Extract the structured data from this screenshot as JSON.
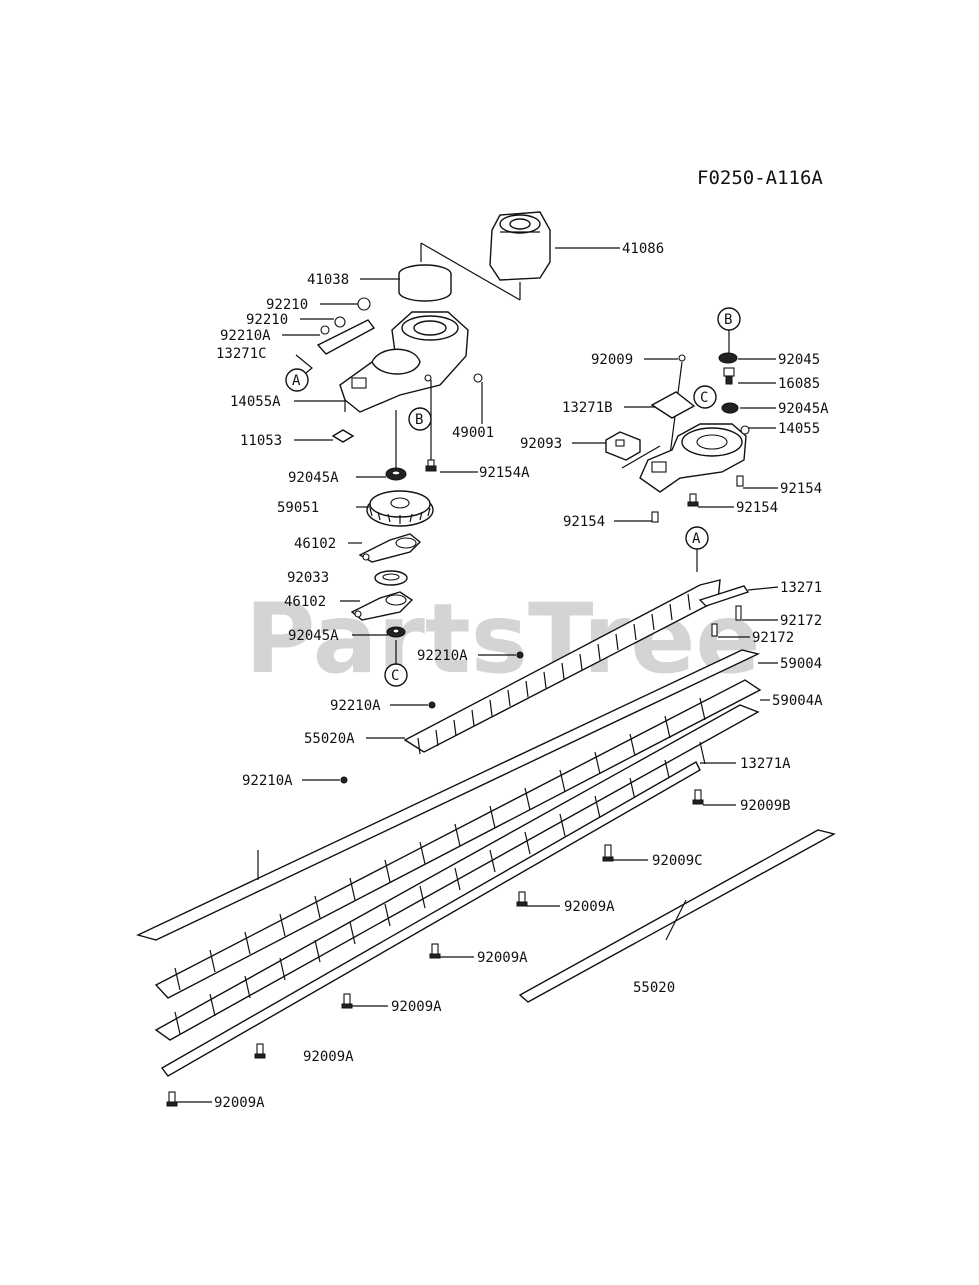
{
  "diagram_code": "F0250-A116A",
  "watermark": "PartsTree",
  "callouts": {
    "A": "A",
    "B": "B",
    "C": "C"
  },
  "parts": {
    "p41086": "41086",
    "p41038": "41038",
    "p92210_1": "92210",
    "p92210_2": "92210",
    "p92210A_1": "92210A",
    "p13271C": "13271C",
    "p14055A": "14055A",
    "p11053": "11053",
    "p49001": "49001",
    "p92045A_1": "92045A",
    "p92154A": "92154A",
    "p59051": "59051",
    "p46102_1": "46102",
    "p92033": "92033",
    "p46102_2": "46102",
    "p92045A_2": "92045A",
    "p92009": "92009",
    "p92045": "92045",
    "p16085": "16085",
    "p13271B": "13271B",
    "p92045A_3": "92045A",
    "p14055": "14055",
    "p92093": "92093",
    "p92154_1": "92154",
    "p92154_2": "92154",
    "p92154_3": "92154",
    "p13271": "13271",
    "p92172_1": "92172",
    "p92172_2": "92172",
    "p92210A_2": "92210A",
    "p59004": "59004",
    "p92210A_3": "92210A",
    "p59004A": "59004A",
    "p55020A": "55020A",
    "p92210A_4": "92210A",
    "p13271A": "13271A",
    "p92009B": "92009B",
    "p92009C": "92009C",
    "p92009A_1": "92009A",
    "p92009A_2": "92009A",
    "p92009A_3": "92009A",
    "p92009A_4": "92009A",
    "p92009A_5": "92009A",
    "p55020": "55020"
  }
}
